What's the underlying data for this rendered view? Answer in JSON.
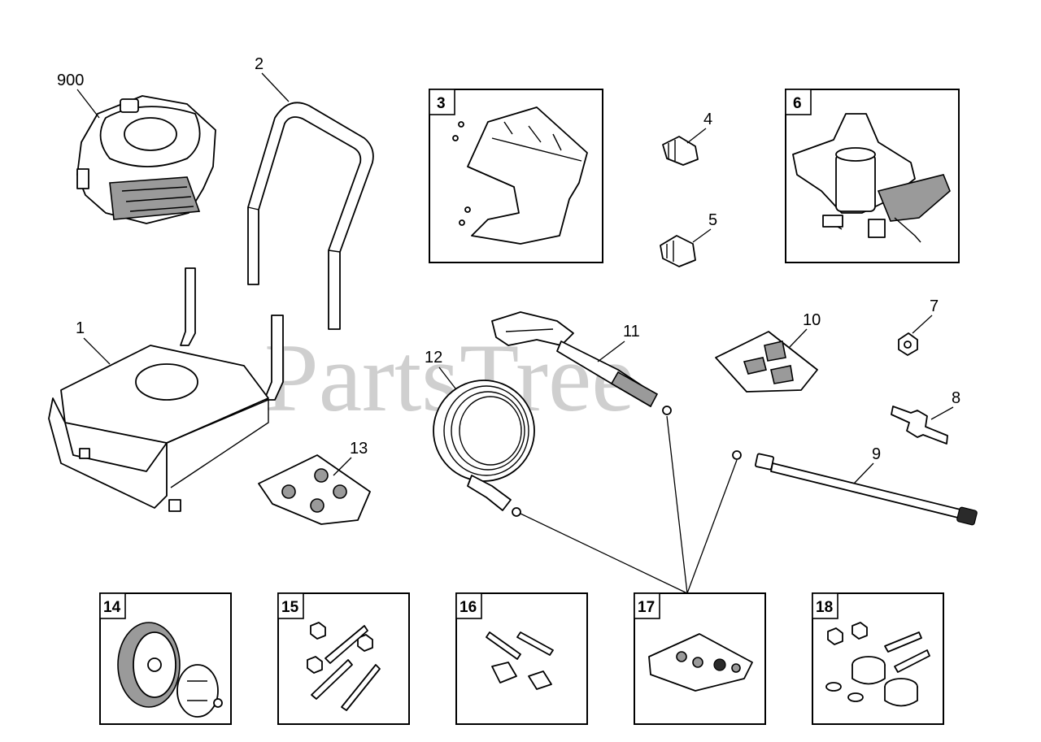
{
  "watermark": "PartsTree",
  "callouts": {
    "c900": "900",
    "c1": "1",
    "c2": "2",
    "c4": "4",
    "c5": "5",
    "c7": "7",
    "c8": "8",
    "c9": "9",
    "c10": "10",
    "c11": "11",
    "c12": "12",
    "c13": "13"
  },
  "boxes": {
    "b3": "3",
    "b6": "6",
    "b14": "14",
    "b15": "15",
    "b16": "16",
    "b17": "17",
    "b18": "18"
  }
}
